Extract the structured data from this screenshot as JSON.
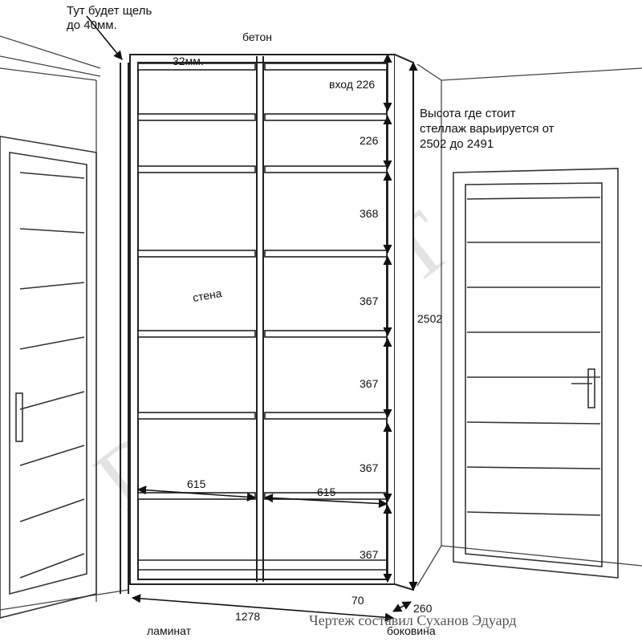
{
  "watermark": "DEZ ALT",
  "notes": {
    "gap": "Тут будет щель\nдо 40мм.",
    "ceiling": "бетон",
    "thickness": "32мм.",
    "wall": "стена",
    "height_note": "Высота где стоит\nстеллаж варьируется от\n2502 до 2491",
    "floor": "ламинат",
    "side": "боковина",
    "credit": "Чертеж составил Суханов Эдуард"
  },
  "dimensions": {
    "entrance": "вход 226",
    "h2": "226",
    "h3": "368",
    "h4": "367",
    "h5": "367",
    "h6": "367",
    "h7": "367",
    "width_left": "615",
    "width_right": "615",
    "total_width": "1278",
    "plinth": "70",
    "depth": "260",
    "total_height": "2502"
  }
}
